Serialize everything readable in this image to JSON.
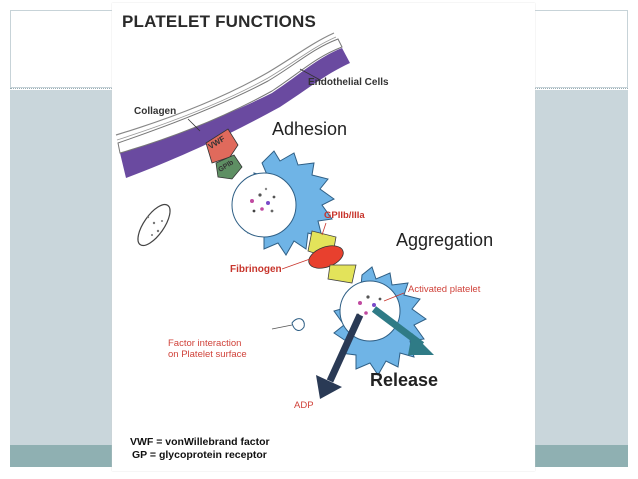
{
  "title": "PLATELET FUNCTIONS",
  "labels": {
    "endothelial": "Endothelial Cells",
    "collagen": "Collagen",
    "vwf": "VWF",
    "gpib": "GPIb",
    "adhesion": "Adhesion",
    "gpiib": "GPIIb/IIIa",
    "aggregation": "Aggregation",
    "fibrinogen": "Fibrinogen",
    "activated": "Activated platelet",
    "factor_line1": "Factor interaction",
    "factor_line2": "on Platelet surface",
    "release": "Release",
    "adp": "ADP"
  },
  "legend": {
    "line1": "VWF = vonWillebrand factor",
    "line2": "GP = glycoprotein receptor"
  },
  "colors": {
    "platelet": "#6fb4e6",
    "vessel": "#6a4aa0",
    "vwf": "#e06a5c",
    "gpib": "#5e8f63",
    "receptor": "#e3e35a",
    "fibrinogen": "#e8402e",
    "band": "#c9d6db",
    "footer": "#8fb0b2"
  }
}
